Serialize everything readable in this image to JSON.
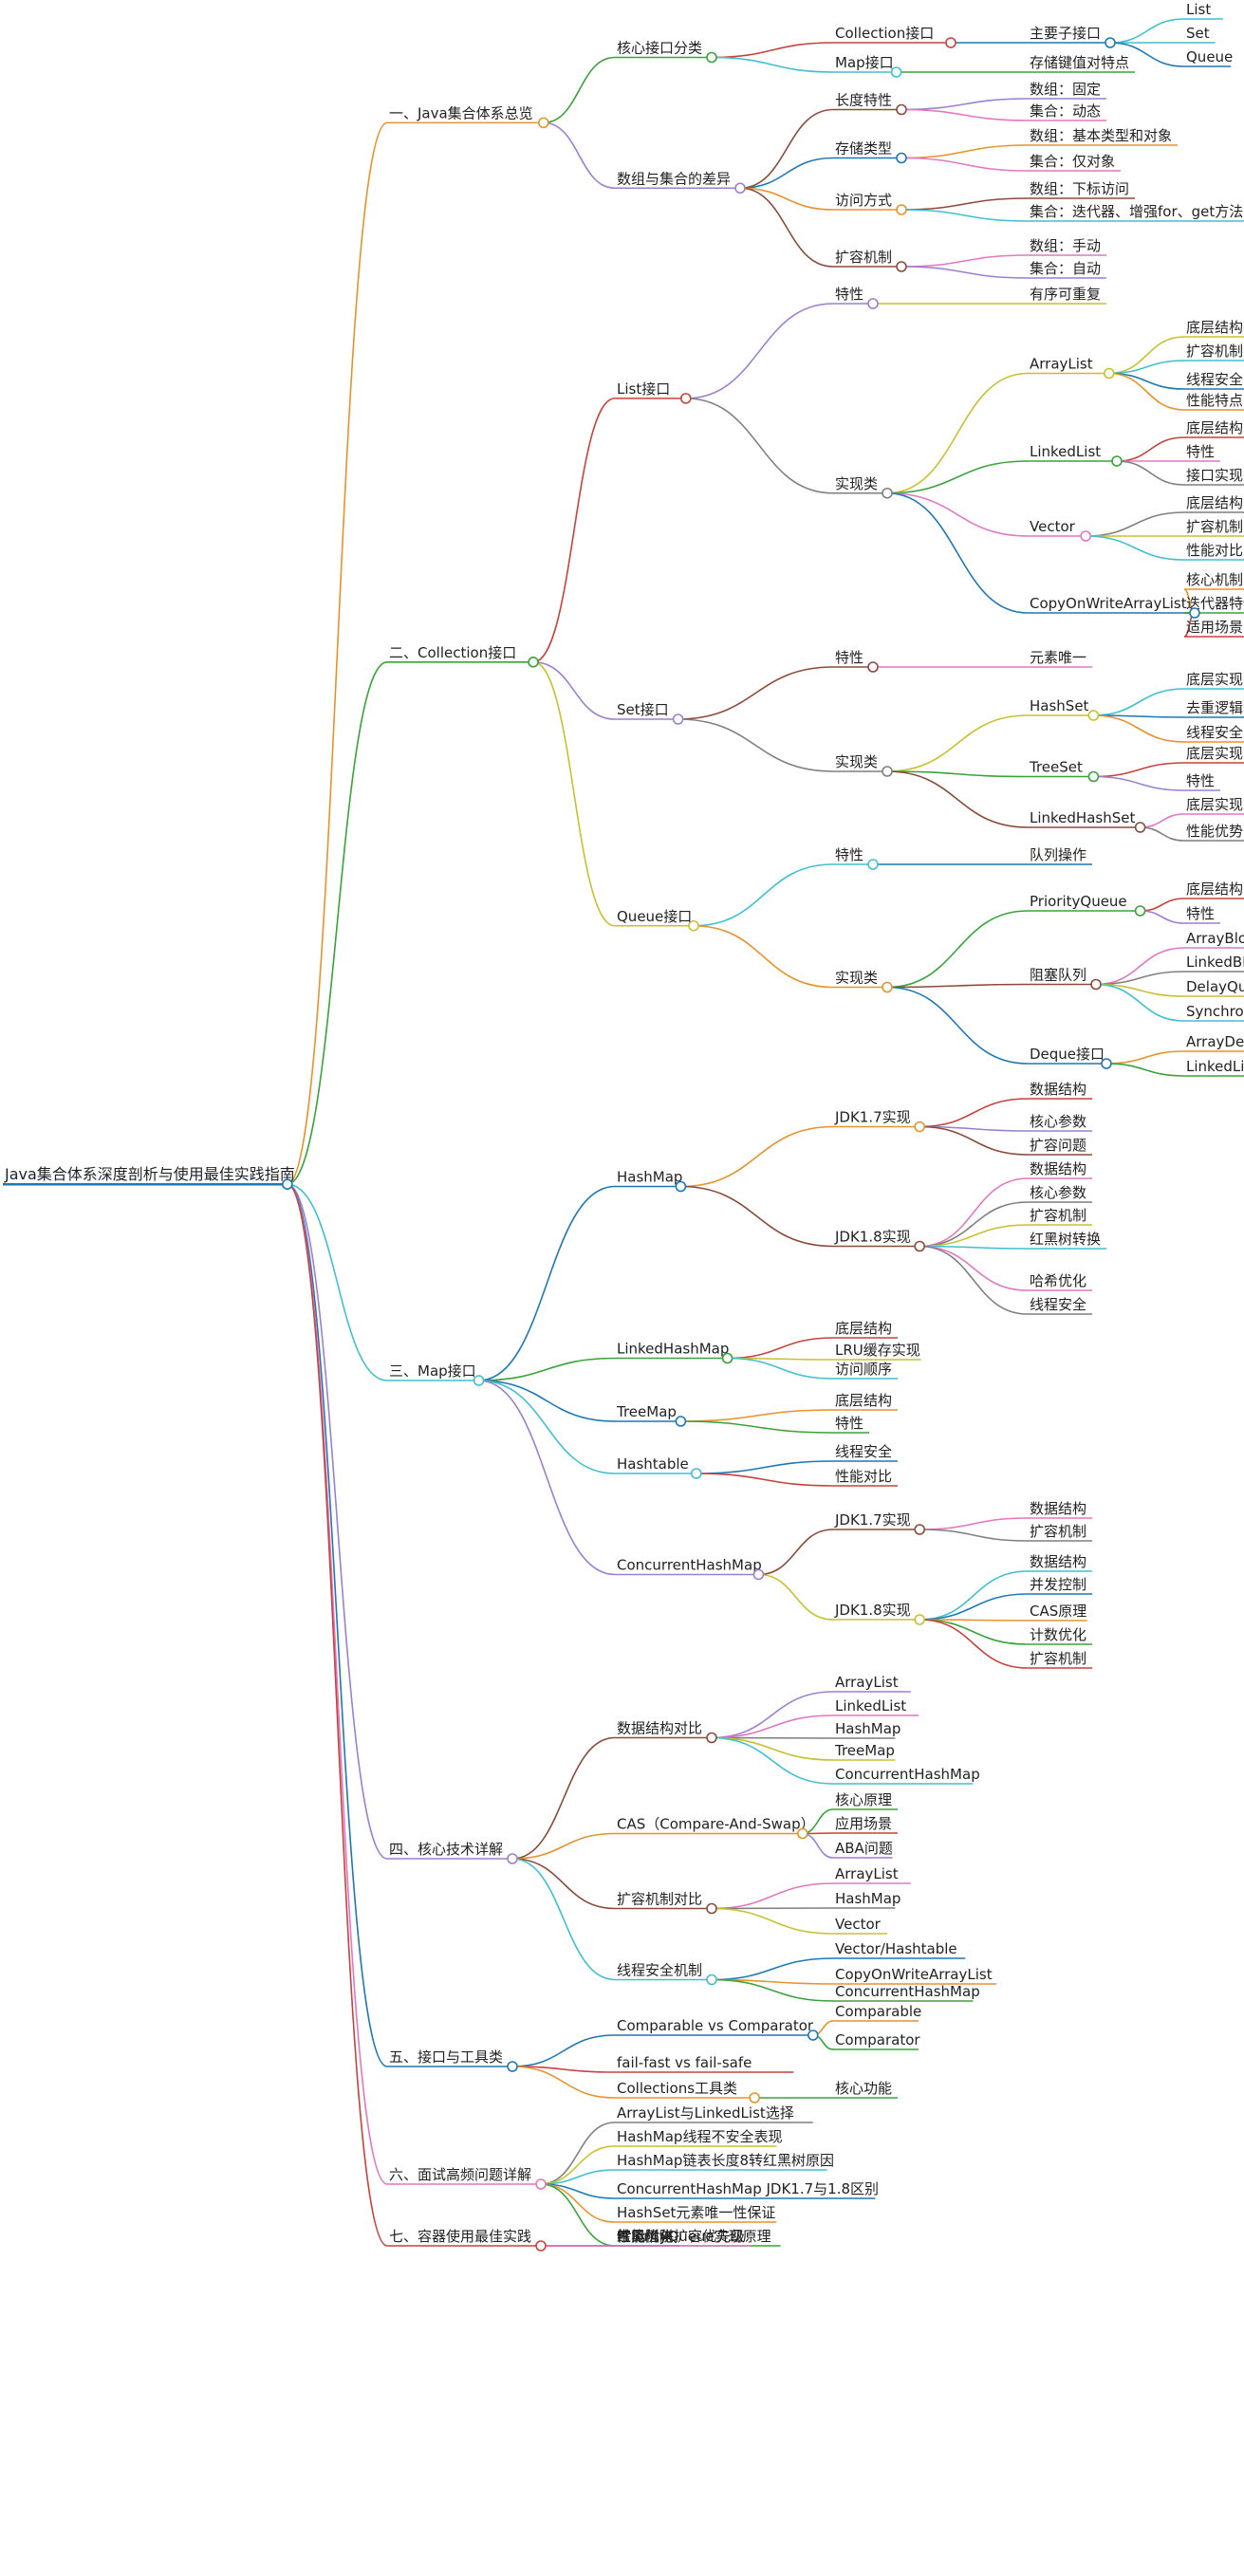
{
  "mindmap": {
    "root": "Java集合体系深度剖析与使用最佳实践指南",
    "branches": [
      {
        "label": "一、Java集合体系总览",
        "color": "#e8922b",
        "children": [
          {
            "label": "核心接口分类",
            "color": "#39a33a",
            "children": [
              {
                "label": "Collection接口",
                "color": "#c6423c",
                "children": [
                  {
                    "label": "主要子接口",
                    "color": "#1f77b4",
                    "children": [
                      {
                        "label": "List",
                        "color": "#40bfd0"
                      },
                      {
                        "label": "Set",
                        "color": "#40bfd0"
                      },
                      {
                        "label": "Queue",
                        "color": "#1f77b4"
                      }
                    ]
                  }
                ]
              },
              {
                "label": "Map接口",
                "color": "#40bfd0",
                "children": [
                  {
                    "label": "存储键值对特点",
                    "color": "#39a33a"
                  }
                ]
              }
            ]
          },
          {
            "label": "数组与集合的差异",
            "color": "#9b7fd1",
            "children": [
              {
                "label": "长度特性",
                "color": "#8a4b3b",
                "children": [
                  {
                    "label": "数组：固定",
                    "color": "#9b7fd1"
                  },
                  {
                    "label": "集合：动态",
                    "color": "#e377c2"
                  }
                ]
              },
              {
                "label": "存储类型",
                "color": "#1f77b4",
                "children": [
                  {
                    "label": "数组：基本类型和对象",
                    "color": "#e8922b"
                  },
                  {
                    "label": "集合：仅对象",
                    "color": "#e377c2"
                  }
                ]
              },
              {
                "label": "访问方式",
                "color": "#e8922b",
                "children": [
                  {
                    "label": "数组：下标访问",
                    "color": "#8a4b3b"
                  },
                  {
                    "label": "集合：迭代器、增强for、get方法",
                    "color": "#40bfd0"
                  }
                ]
              },
              {
                "label": "扩容机制",
                "color": "#8a4b3b",
                "children": [
                  {
                    "label": "数组：手动",
                    "color": "#e377c2"
                  },
                  {
                    "label": "集合：自动",
                    "color": "#9b7fd1"
                  }
                ]
              }
            ]
          }
        ]
      },
      {
        "label": "二、Collection接口",
        "color": "#39a33a",
        "children": [
          {
            "label": "List接口",
            "color": "#c6423c",
            "children": [
              {
                "label": "特性",
                "color": "#9b7fd1",
                "children": [
                  {
                    "label": "有序可重复",
                    "color": "#c8c030"
                  }
                ]
              },
              {
                "label": "实现类",
                "color": "#7f7f7f",
                "children": [
                  {
                    "label": "ArrayList",
                    "color": "#c8c030",
                    "children": [
                      {
                        "label": "底层结构",
                        "color": "#c8c030"
                      },
                      {
                        "label": "扩容机制",
                        "color": "#40bfd0"
                      },
                      {
                        "label": "线程安全",
                        "color": "#1f77b4"
                      },
                      {
                        "label": "性能特点",
                        "color": "#e8922b"
                      }
                    ]
                  },
                  {
                    "label": "LinkedList",
                    "color": "#39a33a",
                    "children": [
                      {
                        "label": "底层结构",
                        "color": "#c6423c"
                      },
                      {
                        "label": "特性",
                        "color": "#e377c2"
                      },
                      {
                        "label": "接口实现",
                        "color": "#7f7f7f"
                      }
                    ]
                  },
                  {
                    "label": "Vector",
                    "color": "#e377c2",
                    "children": [
                      {
                        "label": "底层结构",
                        "color": "#7f7f7f"
                      },
                      {
                        "label": "扩容机制",
                        "color": "#c8c030"
                      },
                      {
                        "label": "性能对比",
                        "color": "#40bfd0"
                      }
                    ]
                  },
                  {
                    "label": "CopyOnWriteArrayList",
                    "color": "#1f77b4",
                    "children": [
                      {
                        "label": "核心机制",
                        "color": "#e8922b"
                      },
                      {
                        "label": "迭代器特性",
                        "color": "#39a33a"
                      },
                      {
                        "label": "适用场景",
                        "color": "#c6423c"
                      }
                    ]
                  }
                ]
              }
            ]
          },
          {
            "label": "Set接口",
            "color": "#9b7fd1",
            "children": [
              {
                "label": "特性",
                "color": "#8a4b3b",
                "children": [
                  {
                    "label": "元素唯一",
                    "color": "#e377c2"
                  }
                ]
              },
              {
                "label": "实现类",
                "color": "#7f7f7f",
                "children": [
                  {
                    "label": "HashSet",
                    "color": "#c8c030",
                    "children": [
                      {
                        "label": "底层实现",
                        "color": "#40bfd0"
                      },
                      {
                        "label": "去重逻辑",
                        "color": "#1f77b4"
                      },
                      {
                        "label": "线程安全",
                        "color": "#e8922b"
                      }
                    ]
                  },
                  {
                    "label": "TreeSet",
                    "color": "#39a33a",
                    "children": [
                      {
                        "label": "底层实现",
                        "color": "#c6423c"
                      },
                      {
                        "label": "特性",
                        "color": "#9b7fd1"
                      }
                    ]
                  },
                  {
                    "label": "LinkedHashSet",
                    "color": "#8a4b3b",
                    "children": [
                      {
                        "label": "底层实现",
                        "color": "#e377c2"
                      },
                      {
                        "label": "性能优势",
                        "color": "#7f7f7f"
                      }
                    ]
                  }
                ]
              }
            ]
          },
          {
            "label": "Queue接口",
            "color": "#c8c030",
            "children": [
              {
                "label": "特性",
                "color": "#40bfd0",
                "children": [
                  {
                    "label": "队列操作",
                    "color": "#1f77b4"
                  }
                ]
              },
              {
                "label": "实现类",
                "color": "#e8922b",
                "children": [
                  {
                    "label": "PriorityQueue",
                    "color": "#39a33a",
                    "children": [
                      {
                        "label": "底层结构",
                        "color": "#c6423c"
                      },
                      {
                        "label": "特性",
                        "color": "#9b7fd1"
                      }
                    ]
                  },
                  {
                    "label": "阻塞队列",
                    "color": "#8a4b3b",
                    "children": [
                      {
                        "label": "ArrayBlockingQueue",
                        "color": "#e377c2"
                      },
                      {
                        "label": "LinkedBlockingQueue",
                        "color": "#7f7f7f"
                      },
                      {
                        "label": "DelayQueue",
                        "color": "#c8c030"
                      },
                      {
                        "label": "SynchronousQueue",
                        "color": "#40bfd0"
                      }
                    ]
                  },
                  {
                    "label": "Deque接口",
                    "color": "#1f77b4",
                    "children": [
                      {
                        "label": "ArrayDeque",
                        "color": "#e8922b"
                      },
                      {
                        "label": "LinkedList",
                        "color": "#39a33a"
                      }
                    ]
                  }
                ]
              }
            ]
          }
        ]
      },
      {
        "label": "三、Map接口",
        "color": "#40bfd0",
        "children": [
          {
            "label": "HashMap",
            "color": "#1f77b4",
            "children": [
              {
                "label": "JDK1.7实现",
                "color": "#e8922b",
                "children": [
                  {
                    "label": "数据结构",
                    "color": "#c6423c"
                  },
                  {
                    "label": "核心参数",
                    "color": "#9b7fd1"
                  },
                  {
                    "label": "扩容问题",
                    "color": "#8a4b3b"
                  }
                ]
              },
              {
                "label": "JDK1.8实现",
                "color": "#8a4b3b",
                "children": [
                  {
                    "label": "数据结构",
                    "color": "#e377c2"
                  },
                  {
                    "label": "核心参数",
                    "color": "#7f7f7f"
                  },
                  {
                    "label": "扩容机制",
                    "color": "#c8c030"
                  },
                  {
                    "label": "红黑树转换",
                    "color": "#40bfd0"
                  },
                  {
                    "label": "哈希优化",
                    "color": "#e377c2"
                  },
                  {
                    "label": "线程安全",
                    "color": "#7f7f7f"
                  }
                ]
              }
            ]
          },
          {
            "label": "LinkedHashMap",
            "color": "#39a33a",
            "children": [
              {
                "label": "底层结构",
                "color": "#c6423c"
              },
              {
                "label": "LRU缓存实现",
                "color": "#c8c030"
              },
              {
                "label": "访问顺序",
                "color": "#40bfd0"
              }
            ]
          },
          {
            "label": "TreeMap",
            "color": "#1f77b4",
            "children": [
              {
                "label": "底层结构",
                "color": "#e8922b"
              },
              {
                "label": "特性",
                "color": "#39a33a"
              }
            ]
          },
          {
            "label": "Hashtable",
            "color": "#40bfd0",
            "children": [
              {
                "label": "线程安全",
                "color": "#1f77b4"
              },
              {
                "label": "性能对比",
                "color": "#c6423c"
              }
            ]
          },
          {
            "label": "ConcurrentHashMap",
            "color": "#9b7fd1",
            "children": [
              {
                "label": "JDK1.7实现",
                "color": "#8a4b3b",
                "children": [
                  {
                    "label": "数据结构",
                    "color": "#e377c2"
                  },
                  {
                    "label": "扩容机制",
                    "color": "#7f7f7f"
                  }
                ]
              },
              {
                "label": "JDK1.8实现",
                "color": "#c8c030",
                "children": [
                  {
                    "label": "数据结构",
                    "color": "#40bfd0"
                  },
                  {
                    "label": "并发控制",
                    "color": "#1f77b4"
                  },
                  {
                    "label": "CAS原理",
                    "color": "#e8922b"
                  },
                  {
                    "label": "计数优化",
                    "color": "#39a33a"
                  },
                  {
                    "label": "扩容机制",
                    "color": "#c6423c"
                  }
                ]
              }
            ]
          }
        ]
      },
      {
        "label": "四、核心技术详解",
        "color": "#9b7fd1",
        "children": [
          {
            "label": "数据结构对比",
            "color": "#8a4b3b",
            "children": [
              {
                "label": "ArrayList",
                "color": "#9b7fd1"
              },
              {
                "label": "LinkedList",
                "color": "#e377c2"
              },
              {
                "label": "HashMap",
                "color": "#7f7f7f"
              },
              {
                "label": "TreeMap",
                "color": "#c8c030"
              },
              {
                "label": "ConcurrentHashMap",
                "color": "#40bfd0"
              }
            ]
          },
          {
            "label": "CAS（Compare-And-Swap）",
            "color": "#e8922b",
            "children": [
              {
                "label": "核心原理",
                "color": "#39a33a"
              },
              {
                "label": "应用场景",
                "color": "#c6423c"
              },
              {
                "label": "ABA问题",
                "color": "#9b7fd1"
              }
            ]
          },
          {
            "label": "扩容机制对比",
            "color": "#8a4b3b",
            "children": [
              {
                "label": "ArrayList",
                "color": "#e377c2"
              },
              {
                "label": "HashMap",
                "color": "#7f7f7f"
              },
              {
                "label": "Vector",
                "color": "#c8c030"
              }
            ]
          },
          {
            "label": "线程安全机制",
            "color": "#40bfd0",
            "children": [
              {
                "label": "Vector/Hashtable",
                "color": "#1f77b4"
              },
              {
                "label": "CopyOnWriteArrayList",
                "color": "#e8922b"
              },
              {
                "label": "ConcurrentHashMap",
                "color": "#39a33a"
              }
            ]
          }
        ]
      },
      {
        "label": "五、接口与工具类",
        "color": "#1f77b4",
        "children": [
          {
            "label": "Comparable vs Comparator",
            "color": "#1f77b4",
            "children": [
              {
                "label": "Comparable",
                "color": "#e8922b"
              },
              {
                "label": "Comparator",
                "color": "#39a33a"
              }
            ]
          },
          {
            "label": "fail-fast vs fail-safe",
            "color": "#c6423c"
          },
          {
            "label": "Collections工具类",
            "color": "#e8922b",
            "children": [
              {
                "label": "核心功能",
                "color": "#39a33a"
              }
            ]
          }
        ]
      },
      {
        "label": "六、面试高频问题详解",
        "color": "#e377c2",
        "children": [
          {
            "label": "ArrayList与LinkedList选择",
            "color": "#7f7f7f"
          },
          {
            "label": "HashMap线程不安全表现",
            "color": "#c8c030"
          },
          {
            "label": "HashMap链表长度8转红黑树原因",
            "color": "#40bfd0"
          },
          {
            "label": "ConcurrentHashMap JDK1.7与1.8区别",
            "color": "#1f77b4"
          },
          {
            "label": "HashSet元素唯一性保证",
            "color": "#e8922b"
          },
          {
            "label": "PriorityQueue实现原理",
            "color": "#39a33a"
          }
        ]
      },
      {
        "label": "七、容器使用最佳实践",
        "color": "#c6423c",
        "children": [
          {
            "label": "性能优化",
            "color": "#9b7fd1"
          },
          {
            "label": "常见陷阱",
            "color": "#8a4b3b"
          },
          {
            "label": "红黑树与扩容优先级",
            "color": "#e377c2"
          }
        ]
      }
    ]
  }
}
